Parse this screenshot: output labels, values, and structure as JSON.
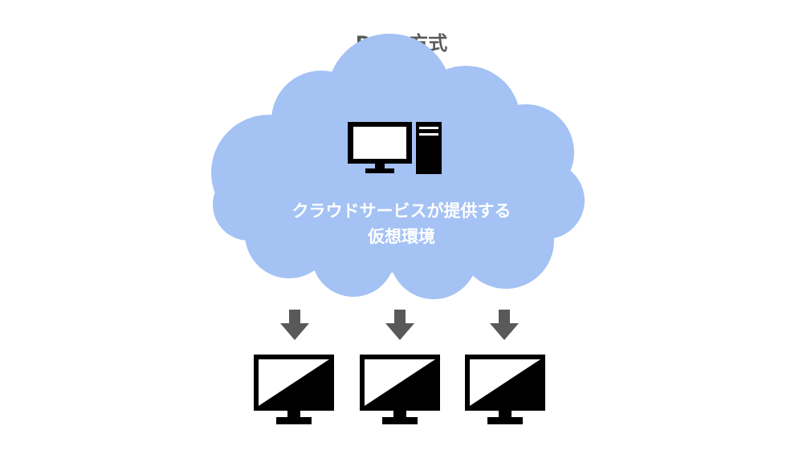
{
  "diagram": {
    "title": "Daas方式",
    "cloud": {
      "label_line1": "クラウドサービスが提供する",
      "label_line2": "仮想環境",
      "fill_color": "#a4c2f4"
    },
    "icons": {
      "server": "desktop-pc-icon",
      "arrow": "arrow-down-icon",
      "client": "monitor-icon"
    },
    "colors": {
      "title": "#595959",
      "arrow": "#595959",
      "device": "#000000"
    }
  }
}
